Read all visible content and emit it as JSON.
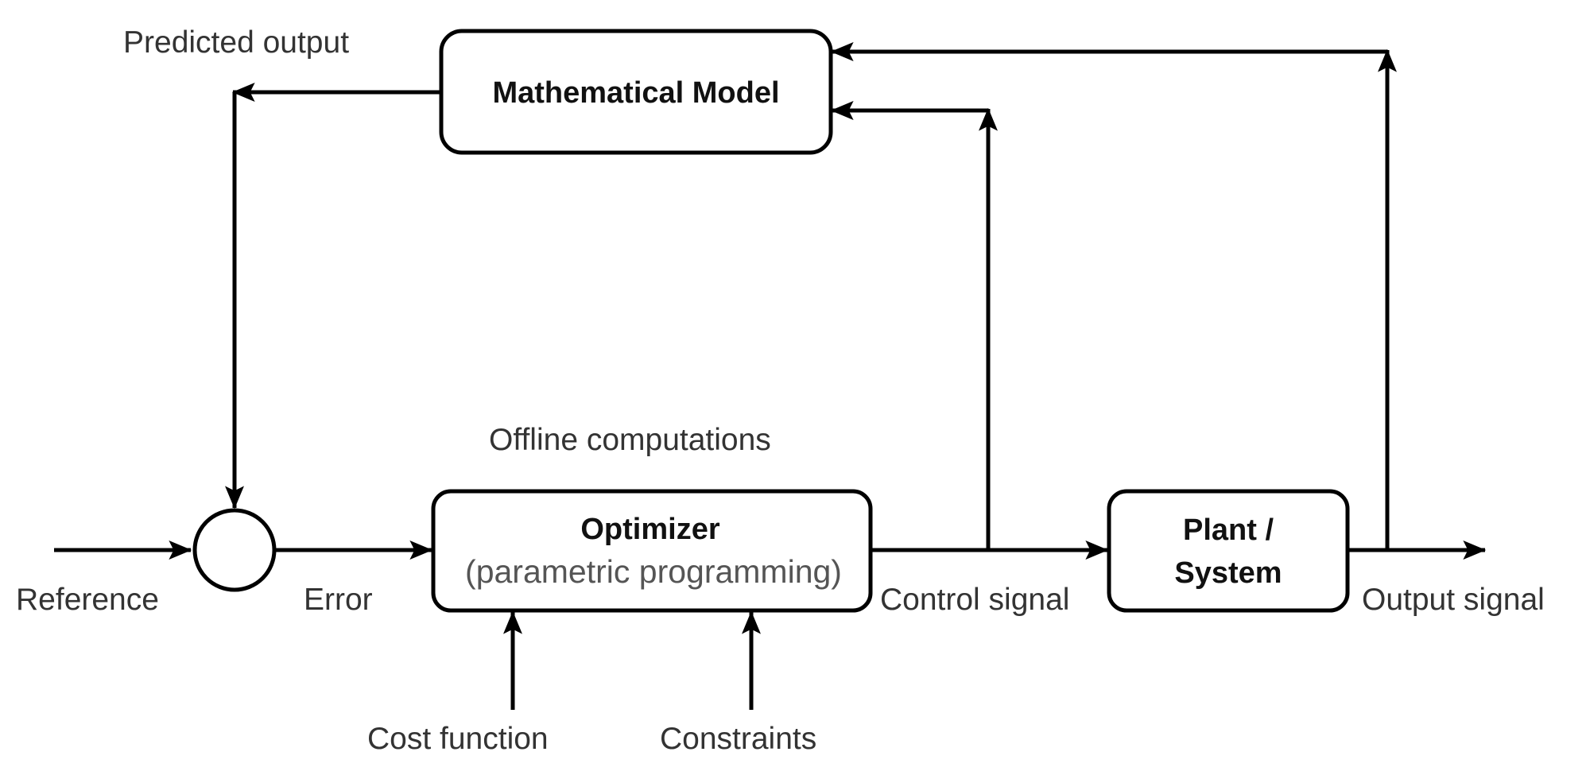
{
  "blocks": {
    "model": "Mathematical Model",
    "optimizer_title": "Optimizer",
    "optimizer_subtitle": "(parametric programming)",
    "plant_line1": "Plant /",
    "plant_line2": "System"
  },
  "labels": {
    "predicted_output": "Predicted output",
    "offline_computations": "Offline computations",
    "reference": "Reference",
    "error": "Error",
    "control_signal": "Control signal",
    "output_signal": "Output signal",
    "cost_function": "Cost function",
    "constraints": "Constraints"
  },
  "colors": {
    "line": "#000000",
    "label_text": "#333333",
    "block_text": "#111111",
    "subtitle_text": "#555555"
  }
}
